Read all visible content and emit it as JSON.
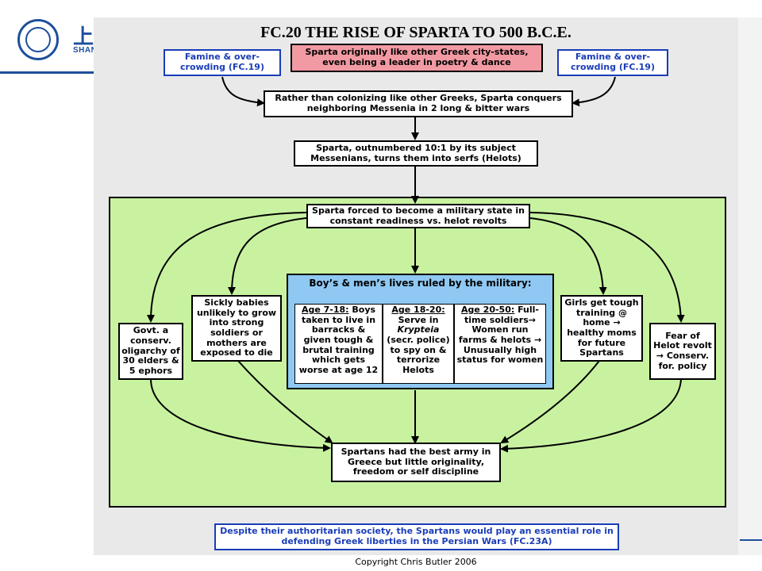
{
  "header": {
    "logo_char": "上",
    "logo_text": "SHANGH"
  },
  "diagram": {
    "title": "FC.20 THE RISE OF SPARTA TO 500 B.C.E.",
    "top_center": "Sparta originally like other Greek city-states, even being a leader in poetry & dance",
    "famine_left": "Famine & over-crowding (FC.19)",
    "famine_right": "Famine & over-crowding (FC.19)",
    "conquest": "Rather than colonizing like other Greeks, Sparta conquers neighboring Messenia in 2 long & bitter wars",
    "helots": "Sparta, outnumbered 10:1 by its subject Messenians, turns them into serfs (Helots)",
    "military_state": "Sparta forced to become a military state in constant readiness vs. helot revolts",
    "govt": "Govt. a conserv. oligarchy of 30 elders & 5 ephors",
    "sickly": "Sickly babies unlikely to grow into strong soldiers or mothers are exposed to die",
    "lives_header": "Boy’s & men’s lives ruled by the military:",
    "col1_label": "Age 7-18:",
    "col1_text": " Boys taken to live in barracks & given tough & brutal training which gets worse at age 12",
    "col2_label": "Age 18-20:",
    "col2_text_a": " Serve in ",
    "col2_krypteia": "Krypteia",
    "col2_text_b": " (secr. police) to spy on & terrorize Helots",
    "col3_label": "Age 20-50:",
    "col3_text": " Full-time soldiers→ Women run farms & helots → Unusually high status for women",
    "girls": "Girls get tough training @ home → healthy moms for future Spartans",
    "fear": "Fear of Helot revolt → Conserv. for. policy",
    "army": "Spartans had the best army in Greece but little originality, freedom or self discipline",
    "bottom": "Despite their authoritarian society, the Spartans would play an essential role in defending Greek liberties in the Persian Wars (FC.23A)",
    "copyright": "Copyright Chris Butler 2006"
  }
}
